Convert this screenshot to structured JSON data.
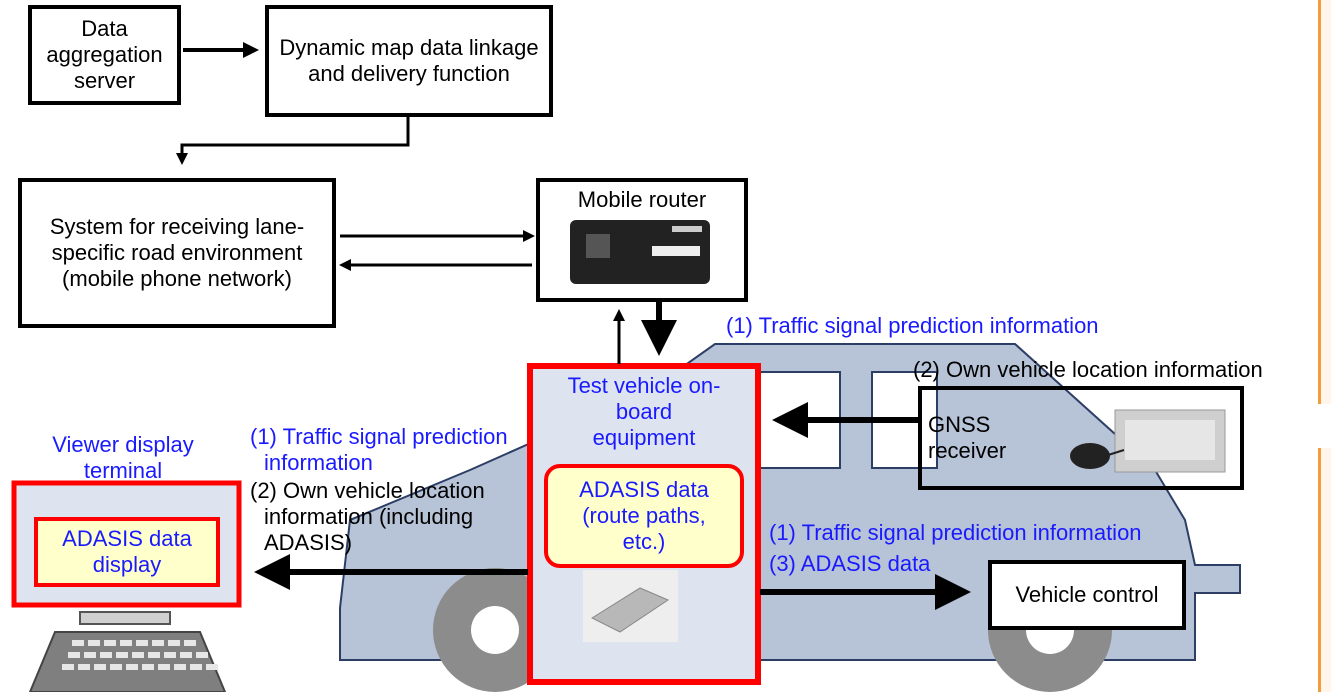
{
  "boxes": {
    "data_aggregation_server": "Data aggregation server",
    "dynamic_map_linkage": "Dynamic map data linkage and delivery function",
    "receiving_system": "System for receiving lane-specific road environment (mobile phone network)",
    "mobile_router": "Mobile router",
    "test_vehicle_equipment": "Test vehicle on-board equipment",
    "adasis_route": "ADASIS data (route paths, etc.)",
    "gnss_receiver": "GNSS receiver",
    "viewer_display_terminal": "Viewer display terminal",
    "adasis_display": "ADASIS data display",
    "vehicle_control": "Vehicle control"
  },
  "labels": {
    "router_to_equipment": "(1) Traffic signal prediction information",
    "gnss_to_equipment": "(2) Own vehicle location information",
    "to_viewer_1": "(1) Traffic signal prediction information",
    "to_viewer_2": "(2) Own vehicle location information (including ADASIS)",
    "to_control_1": "(1) Traffic signal prediction information",
    "to_control_3": "(3) ADASIS data"
  },
  "colors": {
    "highlight_red": "#ff0000",
    "label_blue": "#1a1aff",
    "vehicle_fill": "#b7c3d6",
    "wheel_gray": "#8c8c8c",
    "panel_fill": "#dde4ef",
    "inner_fill": "#ffffcc"
  }
}
